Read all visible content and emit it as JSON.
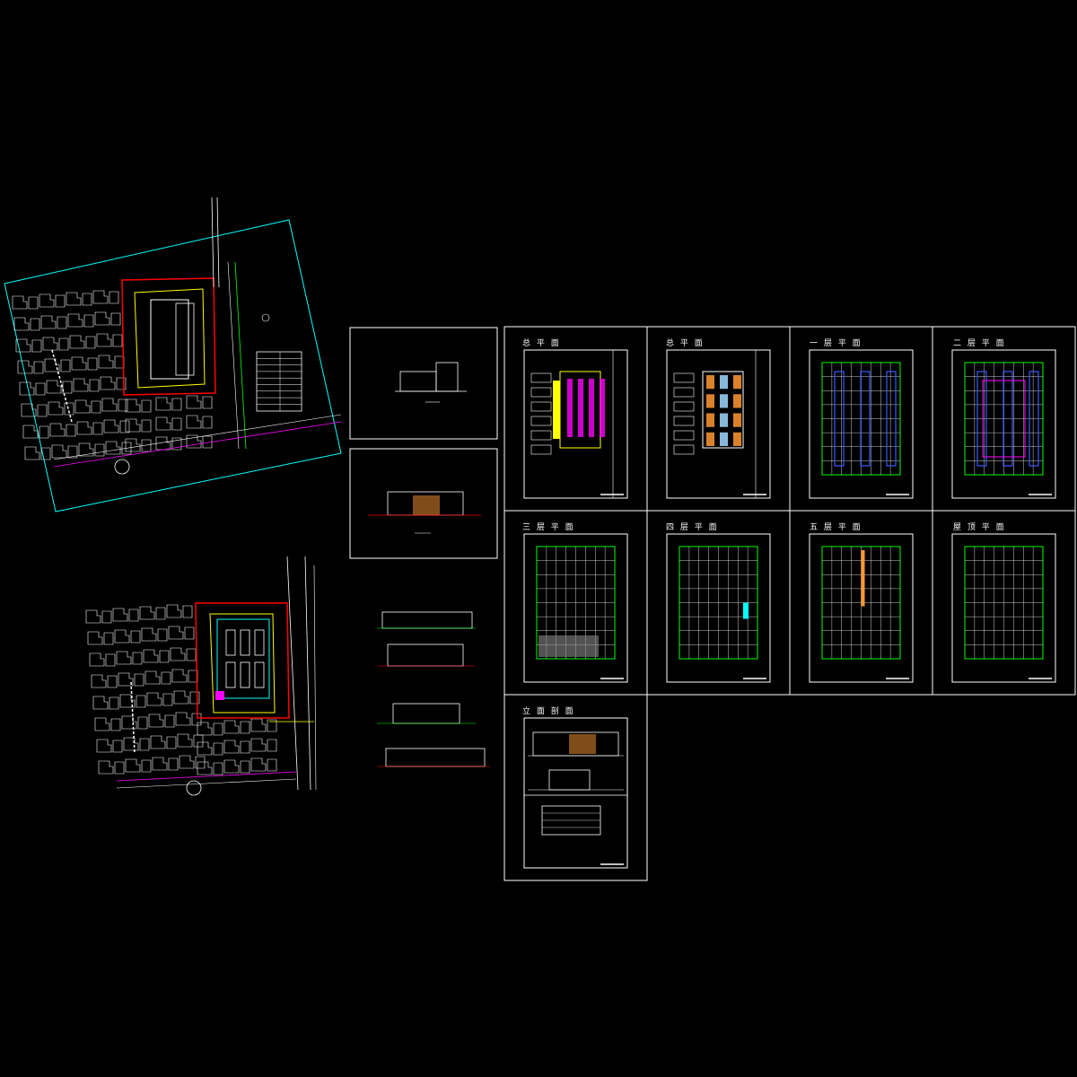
{
  "drawing": {
    "background": "#000000",
    "colors": {
      "line": "#ffffff",
      "cyan": "#00ffff",
      "green": "#00ff00",
      "magenta": "#ff00ff",
      "red": "#ff0000",
      "yellow": "#ffff00",
      "blue": "#3a5bff",
      "orange": "#ff9933",
      "lightblue": "#a0d8ff"
    }
  },
  "sheets": [
    {
      "label": "总 平 面"
    },
    {
      "label": "总 平 面"
    },
    {
      "label": "一 层 平 面"
    },
    {
      "label": "二 层 平 面"
    },
    {
      "label": "三 层 平 面"
    },
    {
      "label": "四 层 平 面"
    },
    {
      "label": "五 层 平 面"
    },
    {
      "label": "屋 顶 平 面"
    },
    {
      "label": "立 面 剖 面"
    }
  ]
}
